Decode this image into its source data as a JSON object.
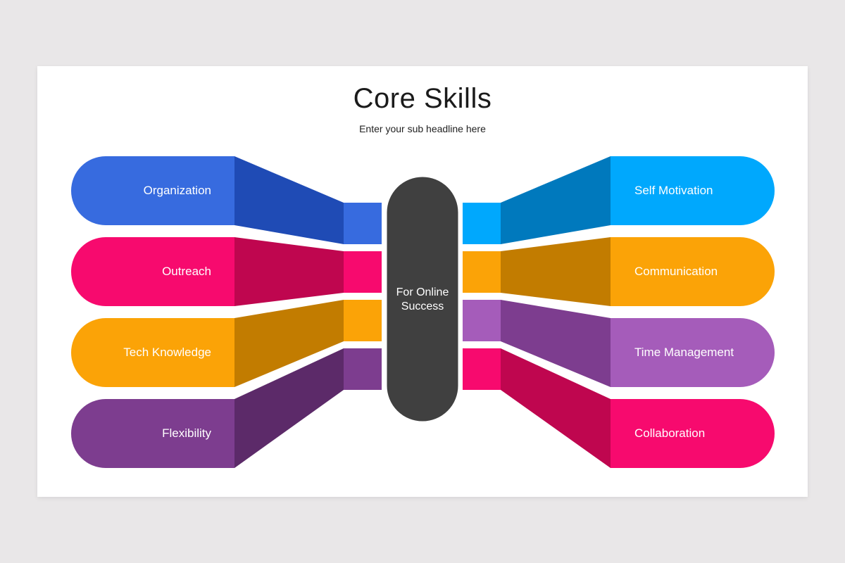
{
  "slide": {
    "title": "Core Skills",
    "subtitle": "Enter your sub headline here"
  },
  "center": {
    "line1": "For Online",
    "line2": "Success",
    "color": "#404040"
  },
  "left_items": [
    {
      "label": "Organization",
      "color": "#376bdf",
      "shade": "#1f4bb5"
    },
    {
      "label": "Outreach",
      "color": "#f70a6e",
      "shade": "#bf064f"
    },
    {
      "label": "Tech Knowledge",
      "color": "#fba307",
      "shade": "#c27c00"
    },
    {
      "label": "Flexibility",
      "color": "#7d3d8f",
      "shade": "#5c2a69"
    }
  ],
  "right_items": [
    {
      "label": "Self Motivation",
      "color": "#00a8fd",
      "shade": "#0079bd"
    },
    {
      "label": "Communication",
      "color": "#fba307",
      "shade": "#c27c00"
    },
    {
      "label": "Time Management",
      "color": "#a55cba",
      "shade": "#7d3d8f"
    },
    {
      "label": "Collaboration",
      "color": "#f70a6e",
      "shade": "#bf064f"
    }
  ]
}
